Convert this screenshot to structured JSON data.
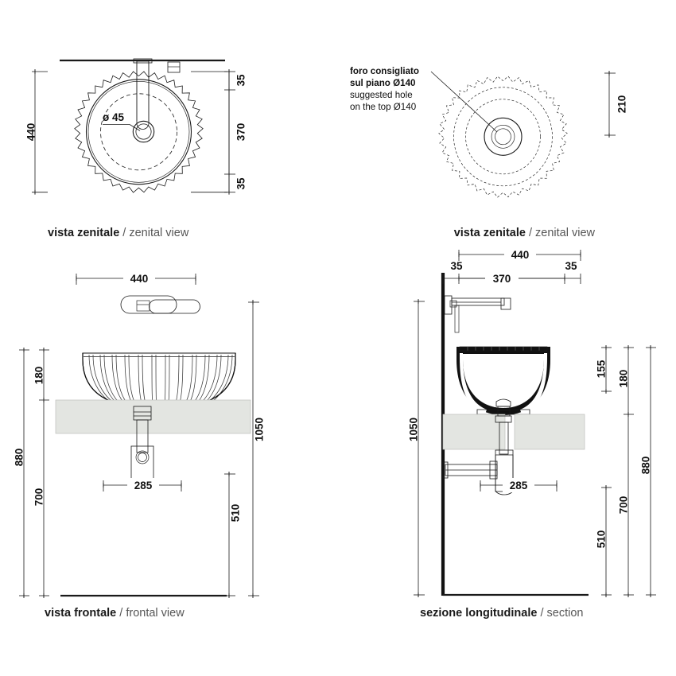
{
  "document": {
    "type": "technical-drawing",
    "subject": "fluted round washbasin",
    "units": "mm"
  },
  "views": {
    "zenital_left": {
      "caption_it": "vista zenitale",
      "caption_sep": "/",
      "caption_en": "zenital view",
      "dimensions": {
        "overall_diameter": "440",
        "top_offset": "35",
        "inner_span": "370",
        "bottom_offset": "35",
        "drain_hole": "ø 45"
      }
    },
    "zenital_right": {
      "caption_it": "vista zenitale",
      "caption_sep": "/",
      "caption_en": "zenital view",
      "note_it_line1": "foro consigliato",
      "note_it_line2": "sul piano Ø140",
      "note_en_line1": "suggested hole",
      "note_en_line2": "on the top Ø140",
      "dimensions": {
        "hole_offset": "210"
      }
    },
    "frontal": {
      "caption_it": "vista frontale",
      "caption_sep": "/",
      "caption_en": "frontal view",
      "dimensions": {
        "width": "440",
        "basin_height": "180",
        "counter_height": "700",
        "rim_height": "880",
        "faucet_height": "1050",
        "trap_width": "285",
        "floor_to_trap": "510"
      }
    },
    "section": {
      "caption_it": "sezione longitudinale",
      "caption_sep": "/",
      "caption_en": "section",
      "dimensions": {
        "width": "440",
        "left_offset": "35",
        "inner_span": "370",
        "right_offset": "35",
        "bowl_depth": "155",
        "basin_height": "180",
        "counter_height": "700",
        "rim_height": "880",
        "faucet_height": "1050",
        "trap_width": "285",
        "floor_to_trap": "510"
      }
    }
  },
  "colors": {
    "line": "#1a1a1a",
    "counter_fill": "#e3e5e1",
    "caption_light": "#565656",
    "section_fill": "#111111",
    "background": "#ffffff"
  }
}
